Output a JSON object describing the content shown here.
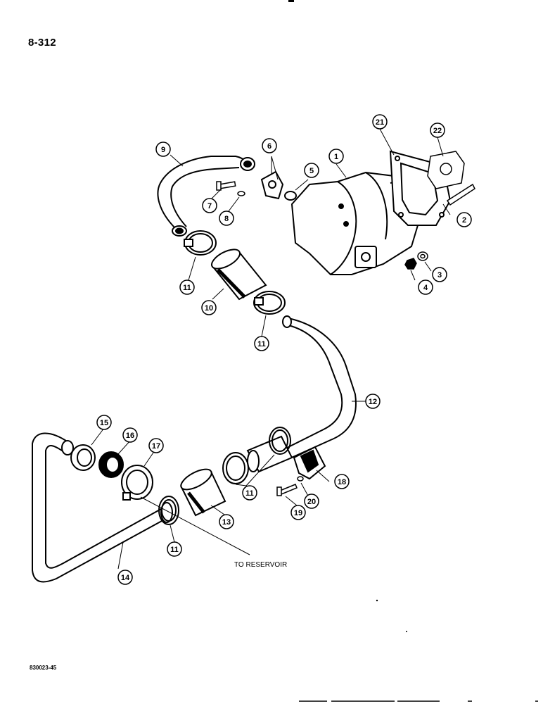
{
  "page_number": "8-312",
  "doc_code": "830023-45",
  "reservoir_label": "TO RESERVOIR",
  "callouts": [
    "1",
    "2",
    "3",
    "4",
    "5",
    "6",
    "7",
    "8",
    "9",
    "10",
    "11",
    "12",
    "13",
    "14",
    "15",
    "16",
    "17",
    "18",
    "19",
    "20",
    "21",
    "22"
  ]
}
